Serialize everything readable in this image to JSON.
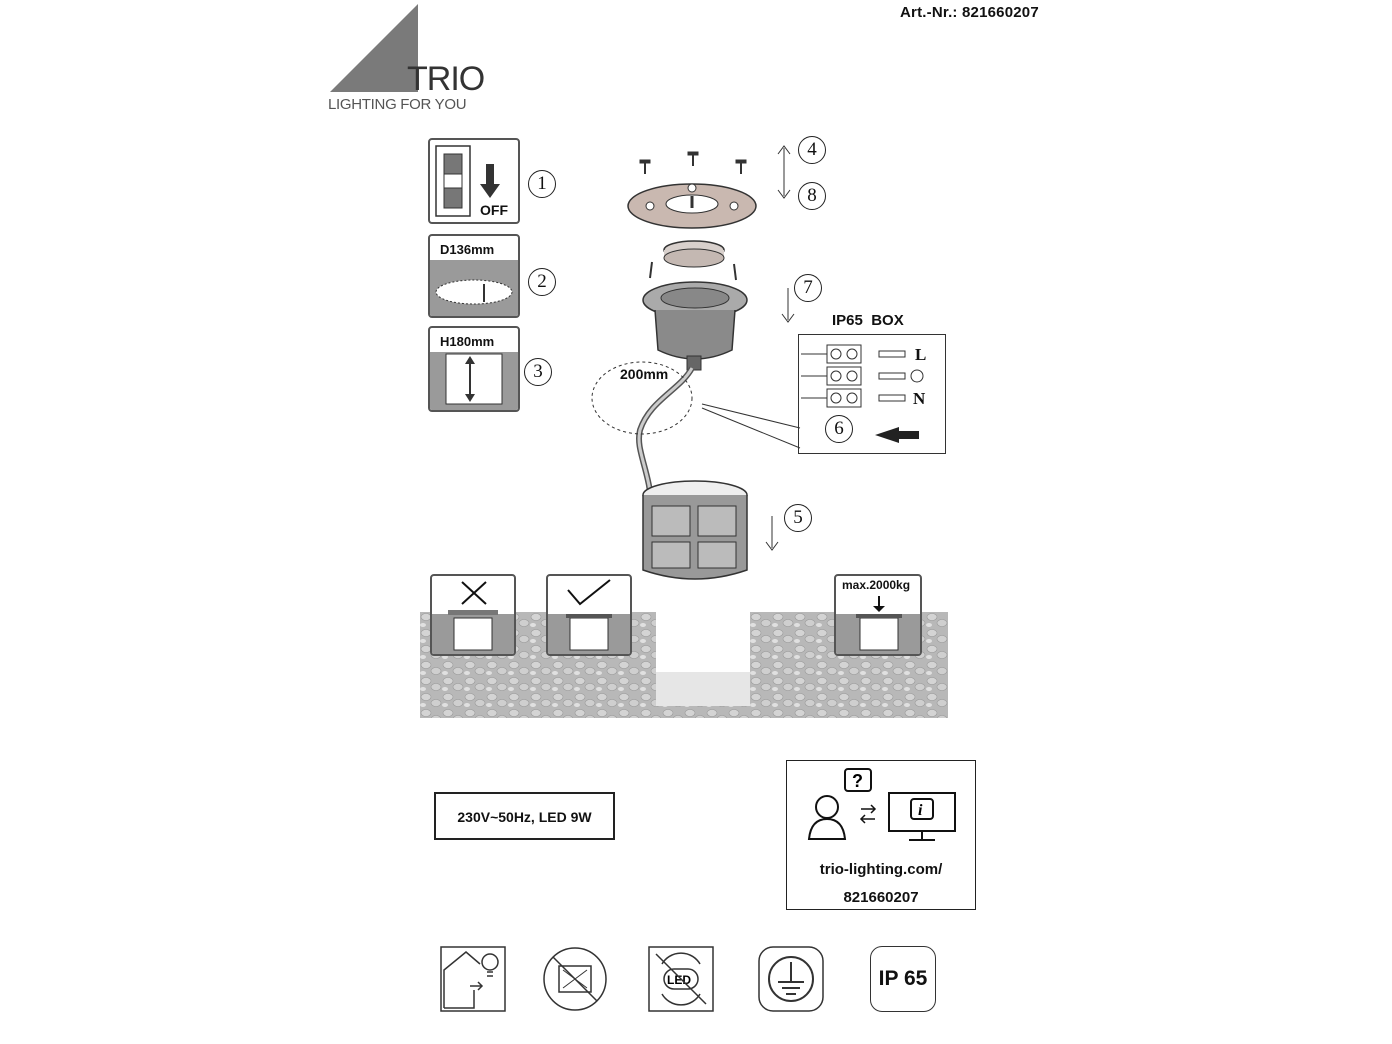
{
  "header": {
    "article_number": "Art.-Nr.: 821660207",
    "brand": "TRIO",
    "slogan": "LIGHTING FOR YOU"
  },
  "steps": {
    "s1": {
      "number": "1",
      "label": "OFF"
    },
    "s2": {
      "number": "2",
      "label": "D136mm"
    },
    "s3": {
      "number": "3",
      "label": "H180mm"
    },
    "s4": {
      "number": "4"
    },
    "s5": {
      "number": "5"
    },
    "s6": {
      "number": "6"
    },
    "s7": {
      "number": "7"
    },
    "s8": {
      "number": "8"
    }
  },
  "diagram": {
    "cable_length": "200mm",
    "junction_box_title": "IP65  BOX",
    "terminal_l": "L",
    "terminal_n": "N",
    "max_load": "max.2000kg"
  },
  "specs": {
    "power": "230V~50Hz, LED 9W"
  },
  "info": {
    "url_line1": "trio-lighting.com/",
    "url_line2": "821660207"
  },
  "bottom_icons": {
    "ip_rating": "IP 65"
  },
  "colors": {
    "logo_gray": "#7a7a7a",
    "box_gray": "#9a9a9a",
    "line": "#222222"
  }
}
